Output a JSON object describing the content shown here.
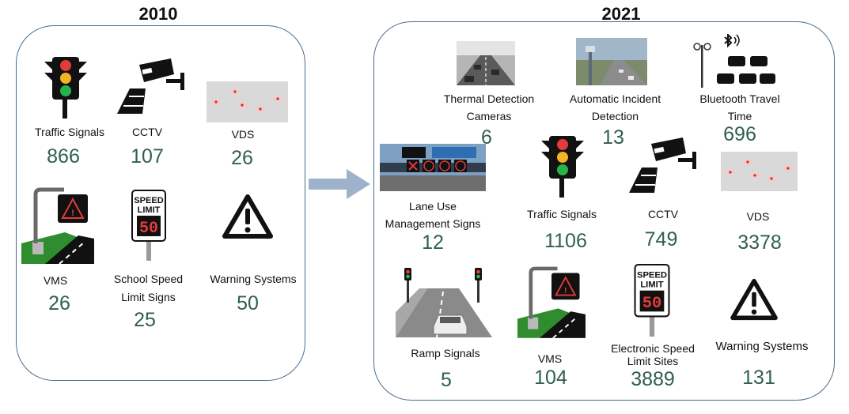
{
  "panel_2010": {
    "year": "2010",
    "items": [
      {
        "label": "Traffic Signals",
        "value": "866"
      },
      {
        "label": "CCTV",
        "value": "107"
      },
      {
        "label": "VDS",
        "value": "26"
      },
      {
        "label": "VMS",
        "value": "26"
      },
      {
        "label_line1": "School Speed",
        "label_line2": "Limit Signs",
        "value": "25"
      },
      {
        "label": "Warning Systems",
        "value": "50"
      }
    ]
  },
  "panel_2021": {
    "year": "2021",
    "items": [
      {
        "label_line1": "Thermal Detection",
        "label_line2": "Cameras",
        "value": "6"
      },
      {
        "label_line1": "Automatic Incident",
        "label_line2": "Detection",
        "value": "13"
      },
      {
        "label_line1": "Bluetooth Travel",
        "label_line2": "Time",
        "value": "696"
      },
      {
        "label_line1": "Lane Use",
        "label_line2": "Management Signs",
        "value": "12"
      },
      {
        "label": "Traffic Signals",
        "value": "1106"
      },
      {
        "label": "CCTV",
        "value": "749"
      },
      {
        "label": "VDS",
        "value": "3378"
      },
      {
        "label": "Ramp Signals",
        "value": "5"
      },
      {
        "label": "VMS",
        "value": "104"
      },
      {
        "label_line1": "Electronic Speed",
        "label_line2": "Limit Sites",
        "value": "3889"
      },
      {
        "label": "Warning Systems",
        "value": "131"
      }
    ]
  },
  "sign_text": {
    "speed_line1": "SPEED",
    "speed_line2": "LIMIT",
    "speed_value": "50"
  },
  "icons": [
    "traffic-light-icon",
    "cctv-camera-icon",
    "vds-road-sensor-icon",
    "vms-sign-icon",
    "speed-limit-sign-icon",
    "warning-triangle-icon",
    "thermal-camera-photo-icon",
    "incident-detection-photo-icon",
    "bluetooth-sensor-icon",
    "lane-use-sign-photo-icon",
    "ramp-signal-icon"
  ],
  "colors": {
    "panel_border": "#4a6d8c",
    "value_text": "#2f5f4f",
    "arrow": "#8ea5c2"
  }
}
